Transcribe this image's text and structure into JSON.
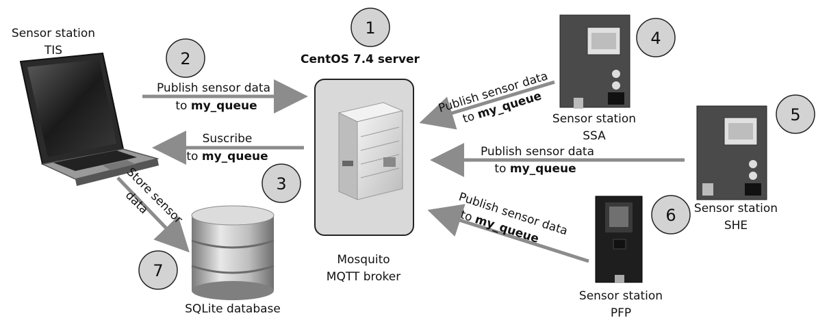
{
  "server": {
    "title": "CentOS 7.4 server",
    "broker_line1": "Mosquito",
    "broker_line2": "MQTT broker"
  },
  "steps": [
    "1",
    "2",
    "3",
    "4",
    "5",
    "6",
    "7"
  ],
  "stations": {
    "tis": {
      "line1": "Sensor station",
      "line2": "TIS"
    },
    "ssa": {
      "line1": "Sensor station",
      "line2": "SSA"
    },
    "she": {
      "line1": "Sensor station",
      "line2": "SHE"
    },
    "pfp": {
      "line1": "Sensor station",
      "line2": "PFP"
    }
  },
  "arrows": {
    "publish_label": "Publish sensor data",
    "to_word": "to ",
    "queue": "my_queue",
    "subscribe_label": "Suscribe",
    "store_line1": "Store sensor",
    "store_line2": "data"
  },
  "database": {
    "label": "SQLite database"
  },
  "colors": {
    "arrow": "#8c8c8c",
    "circle_fill": "#d3d3d3",
    "server_fill": "#d9d9d9",
    "board_pcb": "#4a4a4a",
    "nodemcu_pcb": "#1e1e1e"
  },
  "icons": [
    "laptop-icon",
    "server-icon",
    "board-icon",
    "nodemcu-icon",
    "database-icon"
  ]
}
